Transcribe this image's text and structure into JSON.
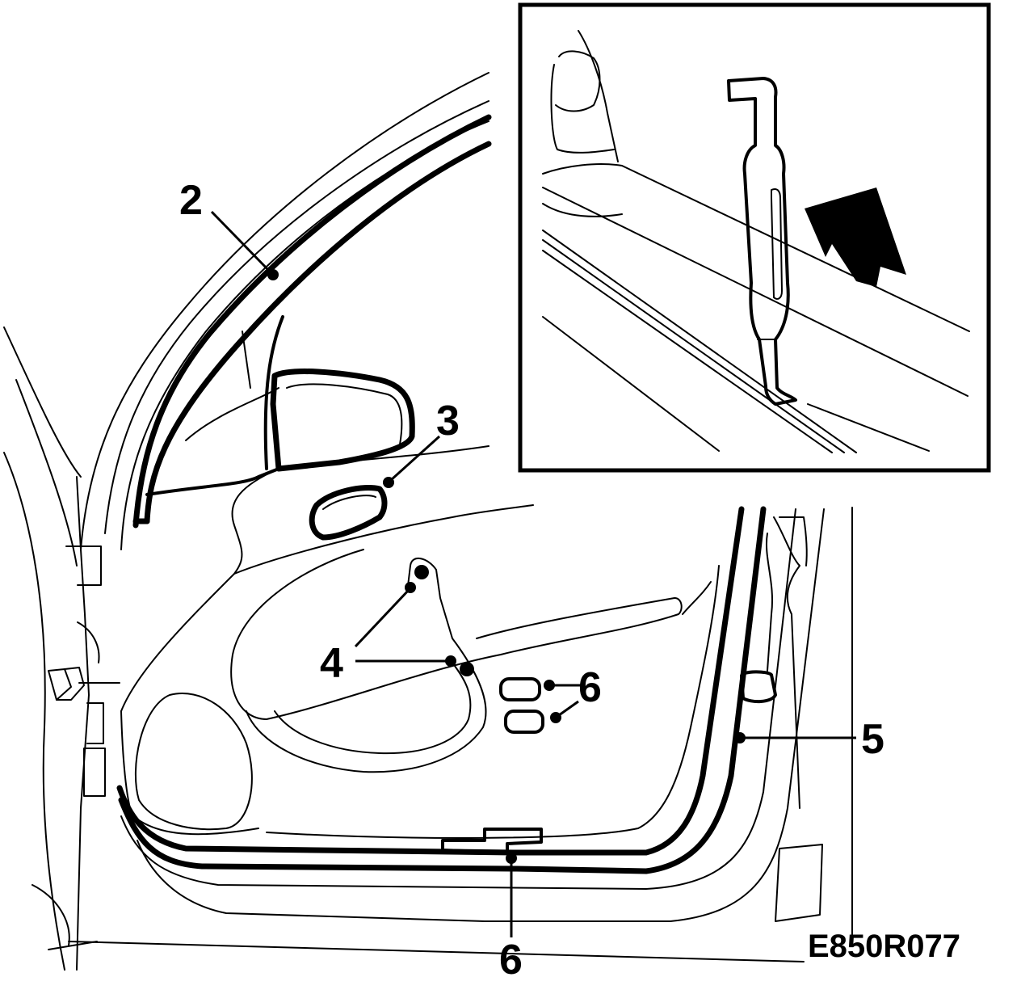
{
  "figure": {
    "code": "E850R077",
    "callouts": {
      "c2": "2",
      "c3": "3",
      "c4": "4",
      "c5": "5",
      "c6_side": "6",
      "c6_bottom": "6"
    }
  },
  "colors": {
    "ink": "#000000",
    "paper": "#ffffff"
  },
  "icons": {
    "inset_tool": "trim-removal-tool-icon",
    "inset_arrow": "up-arrow-icon"
  }
}
